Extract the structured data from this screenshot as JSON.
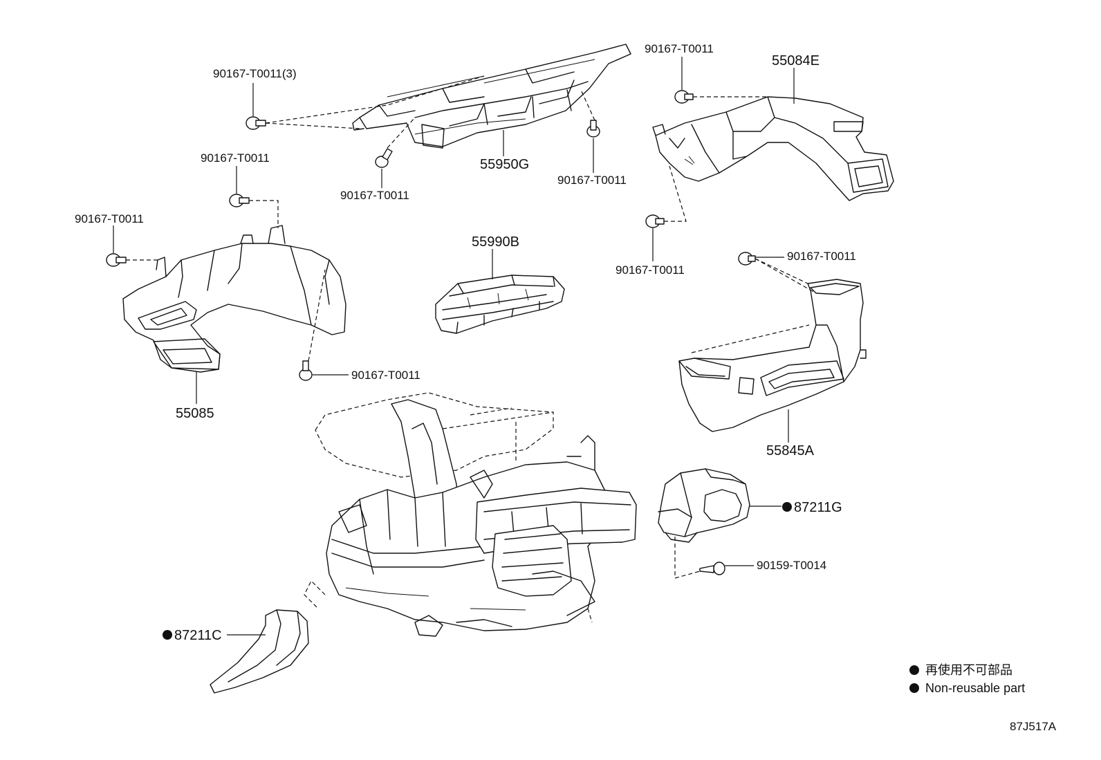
{
  "parts": {
    "duct_55950G": "55950G",
    "duct_55084E": "55084E",
    "duct_55085": "55085",
    "duct_55990B": "55990B",
    "duct_55845A": "55845A",
    "duct_87211G": "87211G",
    "duct_87211C": "87211C"
  },
  "fasteners": {
    "clip_top_left_3": "90167-T0011(3)",
    "clip_top_right": "90167-T0011",
    "clip_55950G_left": "90167-T0011",
    "clip_55950G_right": "90167-T0011",
    "clip_55085_upper": "90167-T0011",
    "clip_55085_left": "90167-T0011",
    "clip_55085_lower": "90167-T0011",
    "clip_55084E_lower": "90167-T0011",
    "clip_55845A_upper": "90167-T0011",
    "screw_87211G": "90159-T0014"
  },
  "legend": {
    "japanese": "再使用不可部品",
    "english": "Non-reusable part"
  },
  "figure_code": "87J517A",
  "colors": {
    "line": "#111111",
    "background": "#ffffff"
  }
}
